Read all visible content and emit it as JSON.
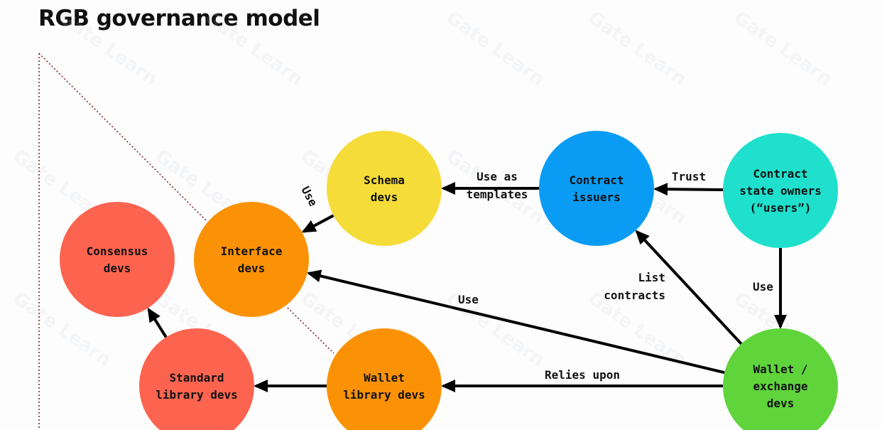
{
  "title": "RGB governance model",
  "watermark_text": "Gate Learn",
  "colors": {
    "schema": "#f5dc38",
    "issuers": "#0a9cf5",
    "owners": "#1ee0cc",
    "consensus": "#fc6450",
    "interface": "#fb9206",
    "stdlib": "#fc6450",
    "walletlib": "#fb9206",
    "wallet": "#5fd43b",
    "arrow": "#000000",
    "dotted": "#7a2a2a"
  },
  "nodes": [
    {
      "id": "schema",
      "lines": [
        "Schema",
        "devs"
      ]
    },
    {
      "id": "issuers",
      "lines": [
        "Contract",
        "issuers"
      ]
    },
    {
      "id": "owners",
      "lines": [
        "Contract",
        "state owners",
        "(“users”)"
      ]
    },
    {
      "id": "consensus",
      "lines": [
        "Consensus",
        "devs"
      ]
    },
    {
      "id": "interface",
      "lines": [
        "Interface",
        "devs"
      ]
    },
    {
      "id": "stdlib",
      "lines": [
        "Standard",
        "library devs"
      ]
    },
    {
      "id": "walletlib",
      "lines": [
        "Wallet",
        "library devs"
      ]
    },
    {
      "id": "wallet",
      "lines": [
        "Wallet /",
        "exchange",
        "devs"
      ]
    }
  ],
  "edges": [
    {
      "from": "issuers",
      "to": "schema",
      "label": [
        "Use as",
        "templates"
      ]
    },
    {
      "from": "owners",
      "to": "issuers",
      "label": [
        "Trust"
      ]
    },
    {
      "from": "schema",
      "to": "interface",
      "label": [
        "Use"
      ]
    },
    {
      "from": "owners",
      "to": "wallet",
      "label": [
        "Use"
      ]
    },
    {
      "from": "wallet",
      "to": "issuers",
      "label": [
        "List",
        "contracts"
      ]
    },
    {
      "from": "wallet",
      "to": "interface",
      "label": [
        "Use"
      ]
    },
    {
      "from": "wallet",
      "to": "walletlib",
      "label": [
        "Relies upon"
      ]
    },
    {
      "from": "walletlib",
      "to": "stdlib",
      "label": []
    },
    {
      "from": "stdlib",
      "to": "consensus",
      "label": []
    }
  ]
}
